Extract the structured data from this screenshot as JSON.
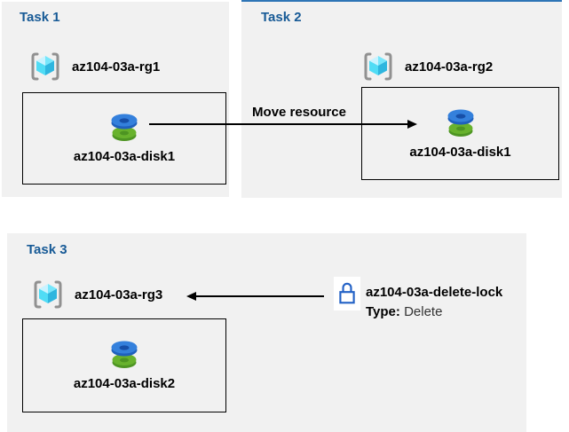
{
  "diagram": {
    "tasks": [
      {
        "title": "Task 1",
        "resource_group": "az104-03a-rg1",
        "resource": "az104-03a-disk1"
      },
      {
        "title": "Task 2",
        "resource_group": "az104-03a-rg2",
        "resource": "az104-03a-disk1"
      },
      {
        "title": "Task 3",
        "resource_group": "az104-03a-rg3",
        "resource": "az104-03a-disk2"
      }
    ],
    "move_arrow_label": "Move resource",
    "lock": {
      "name": "az104-03a-delete-lock",
      "type_label": "Type:",
      "type_value": "Delete"
    }
  },
  "icons": {
    "resource_group": "azure-resource-group-icon",
    "disk": "azure-disk-icon",
    "lock": "lock-icon",
    "move_arrow": "arrow-right-icon",
    "lock_arrow": "arrow-left-icon"
  },
  "colors": {
    "panel_bg": "#F1F1F1",
    "task_title_blue": "#175A96",
    "task2_top_accent": "#2E75B6",
    "label_text": "#000000",
    "disk_blue": "#3480DC",
    "disk_green": "#68B22D",
    "rg_cube_cyan": "#50DCF5",
    "rg_bracket_gray": "#919191",
    "lock_blue": "#2362C6",
    "arrow_black": "#000000"
  }
}
